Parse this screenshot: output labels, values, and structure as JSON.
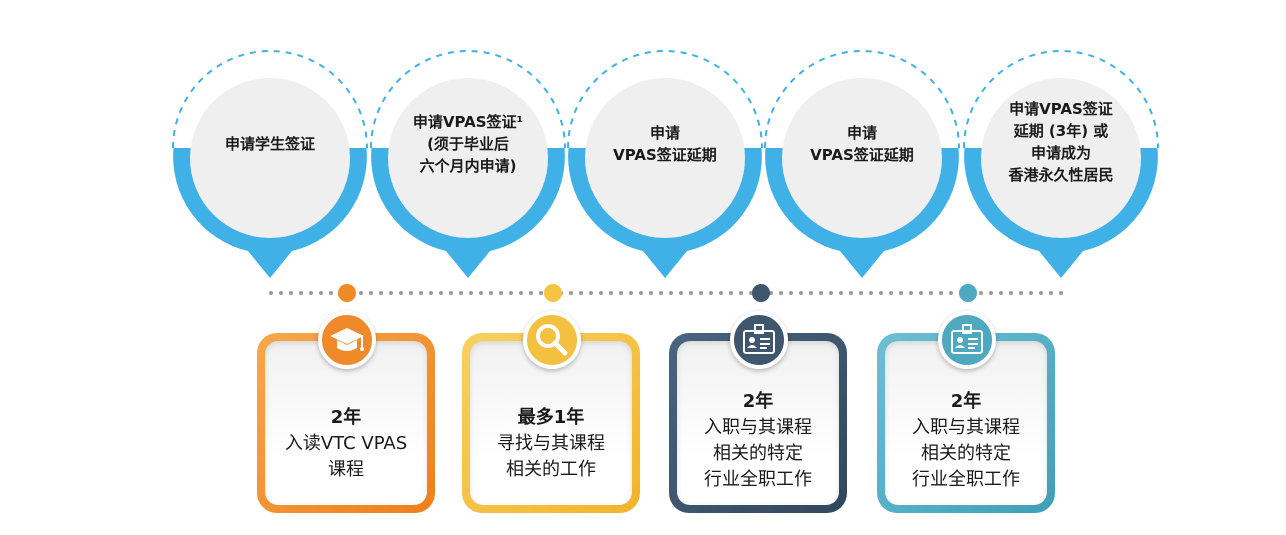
{
  "colors": {
    "bubble_blue": "#40b1e6",
    "bubble_fill": "#efefef",
    "timeline_dot": "#9a9a9a",
    "orange": "#f08a24",
    "yellow": "#f6c343",
    "dark_slate": "#3d566e",
    "teal": "#4faac1"
  },
  "bubbles": [
    {
      "lines": [
        "申请学生签证"
      ]
    },
    {
      "lines": [
        "申请VPAS签证¹",
        "(须于毕业后",
        "六个月内申请)"
      ]
    },
    {
      "lines": [
        "申请",
        "VPAS签证延期"
      ]
    },
    {
      "lines": [
        "申请",
        "VPAS签证延期"
      ]
    },
    {
      "lines": [
        "申请VPAS签证",
        "延期 (3年) 或",
        "申请成为",
        "香港永久性居民"
      ]
    }
  ],
  "stages": [
    {
      "icon": "graduation-cap-icon",
      "title": "2年",
      "lines": [
        "入读VTC VPAS",
        "课程"
      ]
    },
    {
      "icon": "magnifier-icon",
      "title": "最多1年",
      "lines": [
        "寻找与其课程",
        "相关的工作"
      ]
    },
    {
      "icon": "id-badge-icon",
      "title": "2年",
      "lines": [
        "入职与其课程",
        "相关的特定",
        "行业全职工作"
      ]
    },
    {
      "icon": "id-badge-icon",
      "title": "2年",
      "lines": [
        "入职与其课程",
        "相关的特定",
        "行业全职工作"
      ]
    }
  ]
}
